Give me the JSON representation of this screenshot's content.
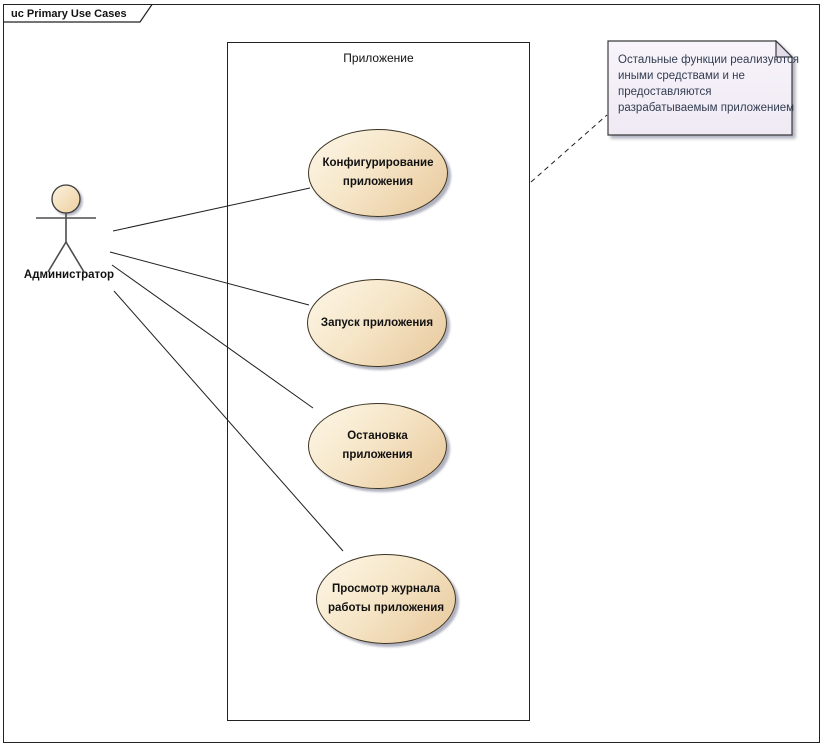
{
  "frame": {
    "label": "uc Primary Use Cases"
  },
  "boundary": {
    "label": "Приложение"
  },
  "actor": {
    "label": "Администратор"
  },
  "use_cases": [
    {
      "label": "Конфигурирование приложения"
    },
    {
      "label": "Запуск приложения"
    },
    {
      "label": "Остановка приложения"
    },
    {
      "label": "Просмотр журнала работы приложения"
    }
  ],
  "note": {
    "lines": [
      "Остальные функции реализуются",
      "иными средствами и не",
      "предоставляются",
      "разрабатываемым приложением"
    ]
  },
  "relationships": [
    {
      "from": "Администратор",
      "to": "Конфигурирование приложения",
      "type": "association"
    },
    {
      "from": "Администратор",
      "to": "Запуск приложения",
      "type": "association"
    },
    {
      "from": "Администратор",
      "to": "Остановка приложения",
      "type": "association"
    },
    {
      "from": "Администратор",
      "to": "Просмотр журнала работы приложения",
      "type": "association"
    },
    {
      "from": "Приложение",
      "to": "note",
      "type": "notelink"
    }
  ],
  "colors": {
    "usecase_fill_light": "#fdf7e8",
    "usecase_fill_dark": "#e7c79a",
    "usecase_border": "#3c3323",
    "note_fill": "#f6f2f9",
    "note_fold": "#e3dceb",
    "note_text": "#333d52",
    "line": "#1f1f1f",
    "shadow": "#9698aa"
  }
}
